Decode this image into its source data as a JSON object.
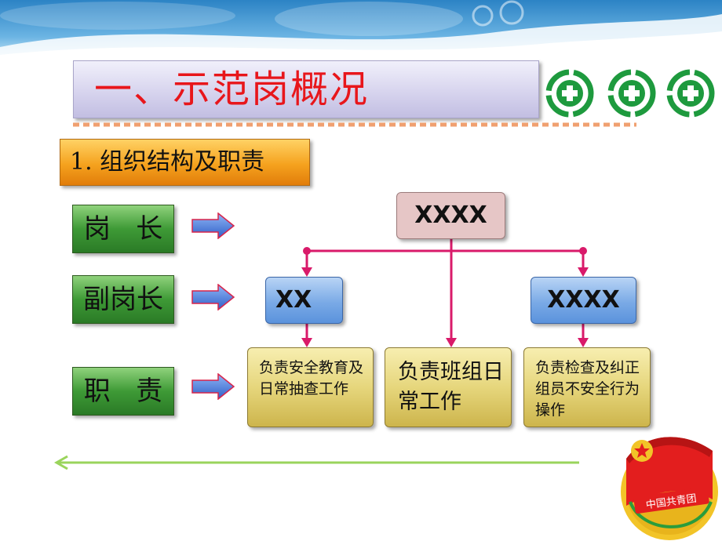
{
  "header": {
    "title": "一、示范岗概况",
    "subtitle": "1. 组织结构及职责"
  },
  "roles": [
    {
      "label": "岗   长"
    },
    {
      "label": "副岗长"
    },
    {
      "label": "职   责"
    }
  ],
  "org": {
    "top": "XXXX",
    "left": "XX",
    "right": "XXXX"
  },
  "duties": {
    "left": "负责安全教育及日常抽查工作",
    "middle": "负责班组日常工作",
    "right": "负责检查及纠正组员不安全行为操作"
  },
  "logo_text": "中国共青团",
  "colors": {
    "title_red": "#e8161b",
    "connector": "#d91a6a",
    "emblem_green": "#1e9a3e",
    "role_green": "#3e9a36",
    "arrow_blue": "#4a7fe0",
    "bottom_line": "#9ad45c"
  }
}
